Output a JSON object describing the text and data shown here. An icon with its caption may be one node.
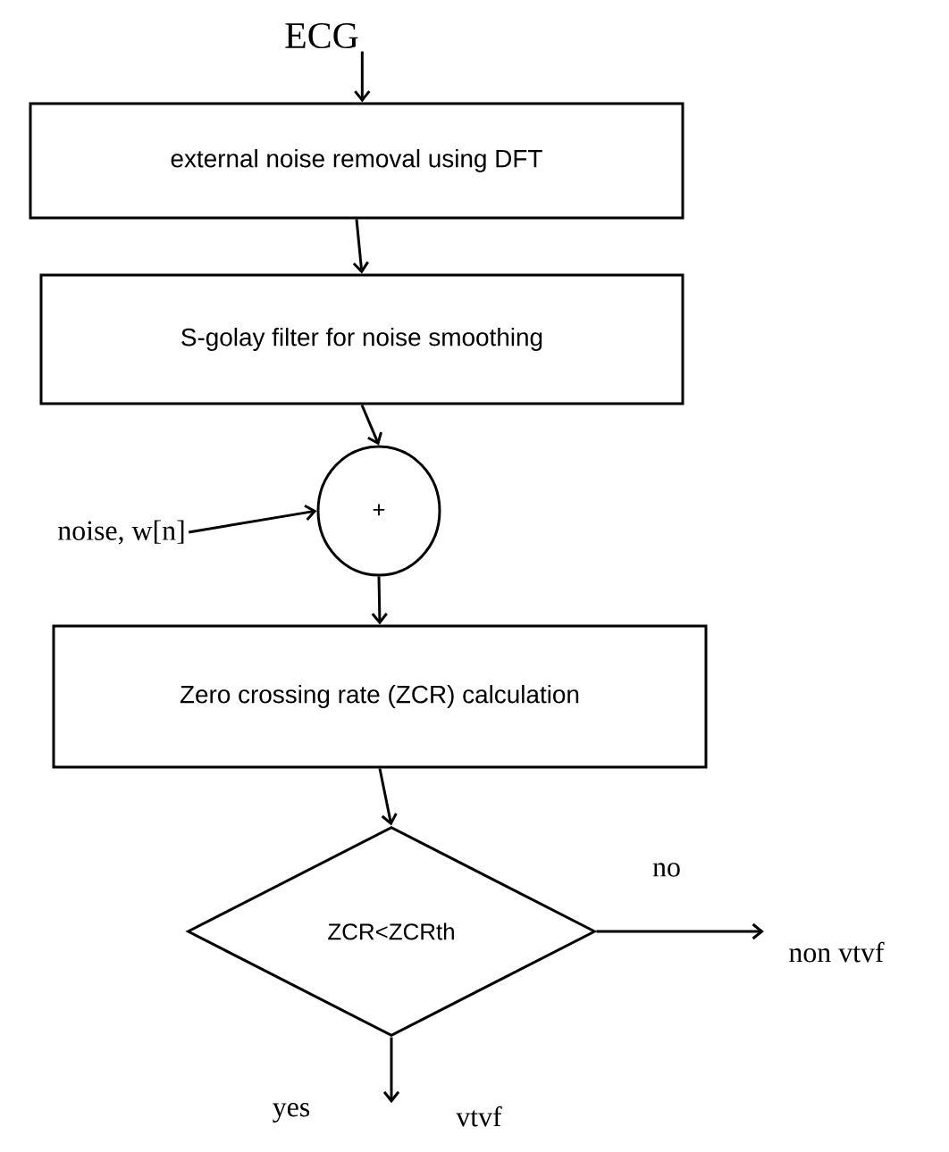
{
  "diagram": {
    "nodes": [
      {
        "text": [
          "ECG"
        ]
      },
      {
        "text": [
          "external noise removal using DFT"
        ]
      },
      {
        "text": [
          "S-golay filter for noise smoothing"
        ]
      },
      {
        "text": [
          "+"
        ]
      },
      {
        "text": [
          "noise, w[n]"
        ]
      },
      {
        "text": [
          "Zero crossing rate (ZCR) calculation"
        ]
      },
      {
        "text": [
          "ZCR<ZCRth"
        ]
      },
      {
        "text": [
          "non vtvf"
        ]
      },
      {
        "text": [
          "vtvf"
        ]
      }
    ],
    "edges": [
      {
        "from": 0,
        "to": 1,
        "arrow": "to"
      },
      {
        "from": 1,
        "to": 2,
        "arrow": "to"
      },
      {
        "from": 2,
        "to": 3,
        "arrow": "to"
      },
      {
        "from": 4,
        "to": 3,
        "arrow": "to"
      },
      {
        "from": 3,
        "to": 5,
        "arrow": "to"
      },
      {
        "from": 5,
        "to": 6,
        "arrow": "to"
      },
      {
        "from": 6,
        "to": 7,
        "arrow": "to",
        "label": "no"
      },
      {
        "from": 6,
        "to": 8,
        "arrow": "to",
        "label": "yes"
      }
    ]
  }
}
